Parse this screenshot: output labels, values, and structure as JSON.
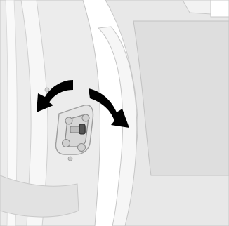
{
  "illustration": {
    "subject": "door-lock-child-safety-lever",
    "arrows": [
      "rotate-counterclockwise",
      "rotate-clockwise"
    ],
    "colors": {
      "background": "#ffffff",
      "panel": "#ececec",
      "panel_shade": "#dadada",
      "edge_highlight": "#fafafa",
      "outline": "#bdbdbd",
      "arrow": "#000000"
    }
  }
}
